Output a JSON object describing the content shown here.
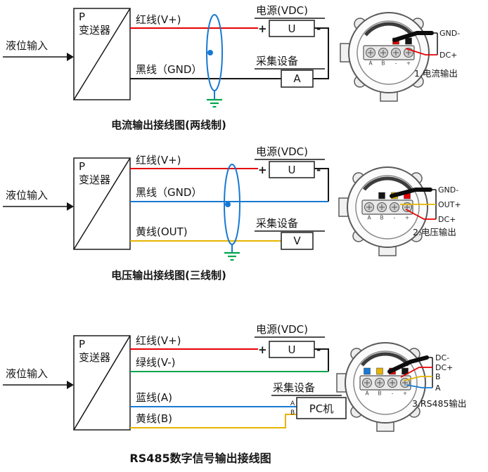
{
  "colors": {
    "red": "#e60000",
    "black": "#151515",
    "blue": "#1879d2",
    "yellow": "#e6b400",
    "green": "#00a550"
  },
  "shared": {
    "input_label": "液位输入",
    "transmitter_p": "P",
    "transmitter_name": "变送器",
    "power_title": "电源(VDC)",
    "power_plus": "+",
    "power_minus": "-",
    "power_device": "U",
    "collector_title": "采集设备",
    "terminals": [
      "A",
      "B",
      "-",
      "+"
    ]
  },
  "section1": {
    "wire_red": "红线(V+)",
    "wire_black": "黑线（GND）",
    "collector_device": "A",
    "caption": "电流输出接线图(两线制)",
    "pins": {
      "p1": "GND-",
      "p2": "DC+"
    },
    "note": "1.电流输出"
  },
  "section2": {
    "wire_red": "红线(V+)",
    "wire_black": "黑线（GND）",
    "wire_yellow": "黄线(OUT)",
    "collector_device": "V",
    "caption": "电压输出接线图(三线制)",
    "pins": {
      "p1": "GND-",
      "p2": "OUT+",
      "p3": "DC+"
    },
    "note": "2.电压输出"
  },
  "section3": {
    "wire_red": "红线(V+)",
    "wire_green": "绿线(V-)",
    "wire_blue": "蓝线(A)",
    "wire_yellow": "黄线(B)",
    "pc_label": "PC机",
    "pc_a": "A",
    "pc_b": "B",
    "caption": "RS485数字信号输出接线图",
    "pins": {
      "p1": "DC-",
      "p2": "DC+",
      "p3": "B",
      "p4": "A"
    },
    "note": "3.RS485输出"
  }
}
